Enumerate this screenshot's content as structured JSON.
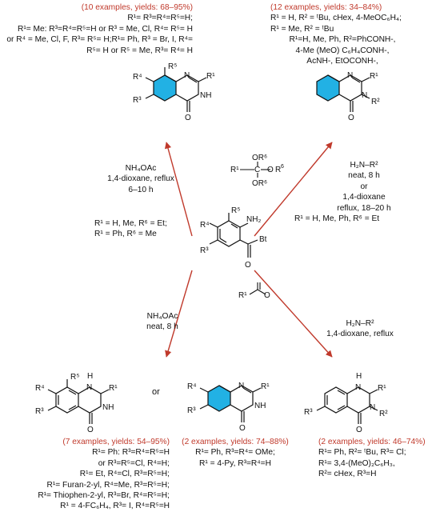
{
  "top_left": {
    "summary": "(10 examples, yields: 68–95%)",
    "lines": [
      "R¹= R³=R⁴=R⁵=H;",
      "R¹= Me: R³=R⁴=R⁵=H or R³ = Me, Cl, R⁴= R⁵= H",
      "or R⁴ = Me, Cl, F, R³= R⁵= H;R¹= Ph, R³ = Br, I, R⁴=",
      "R⁵= H or R⁵ = Me, R³= R⁴= H"
    ]
  },
  "top_right": {
    "summary": "(12 examples, yields: 34–84%)",
    "lines": [
      "R¹ = H, R² = ᵗBu, cHex, 4-MeOC₆H₄;",
      "R¹ = Me, R² = ᵗBu",
      "R¹=H, Me, Ph, R²=PhCONH-,",
      "4-Me (MeO) C₆H₄CONH-,",
      "AcNH-, EtOCONH-,"
    ]
  },
  "cond_top_left": [
    "NH₄OAc",
    "1,4-dioxane, reflux",
    "6–10 h",
    "R¹ = H, Me, R⁶ = Et;",
    "R¹ = Ph, R⁶ = Me"
  ],
  "cond_top_right": [
    "H₂N–R²",
    "neat, 8 h",
    "or",
    "1,4-dioxane",
    "reflux, 18–20 h",
    "R¹ = H, Me, Ph, R⁶ = Et"
  ],
  "cond_bottom_left": [
    "NH₄OAc",
    "neat, 8 h"
  ],
  "cond_bottom_right": [
    "H₂N–R²",
    "1,4-dioxane, reflux"
  ],
  "or_label": "or",
  "bottom_left": {
    "summary": "(7 examples, yields: 54–95%)",
    "lines": [
      "R¹= Ph: R³=R⁴=R⁵=H",
      "or R³=R⁵=Cl, R⁴=H;",
      "R¹= Et, R⁴=Cl, R³=R⁵=H;",
      "R¹= Furan-2-yl, R⁴=Me, R³=R⁵=H;",
      "R¹= Thiophen-2-yl, R³=Br, R⁴=R⁵=H;",
      "R¹ = 4-FC₆H₄, R³= I, R⁴=R⁵=H"
    ]
  },
  "bottom_mid": {
    "summary": "(2 examples, yields: 74–88%)",
    "lines": [
      "R¹= Ph, R³=R⁴= OMe;",
      "R¹ = 4-Py, R³=R⁴=H"
    ]
  },
  "bottom_right": {
    "summary": "(2 examples, yields: 46–74%)",
    "lines": [
      "R¹= Ph, R²= ᵗBu, R³= Cl;",
      "R¹= 3,4-(MeO)₂C₆H₃,",
      "R²= cHex, R³=H"
    ]
  },
  "atoms": {
    "R1": "R¹",
    "R2": "R²",
    "R3": "R³",
    "R4": "R⁴",
    "R5": "R⁵",
    "R6": "R⁶",
    "N": "N",
    "NH": "NH",
    "H": "H",
    "O": "O",
    "C": "C",
    "NH2": "NH₂",
    "Bt": "Bt",
    "OR6": "OR⁶"
  },
  "colors": {
    "arrow": "#c0392b",
    "summary": "#c0392b",
    "ring": "#22b1e4",
    "ink": "#111111"
  }
}
